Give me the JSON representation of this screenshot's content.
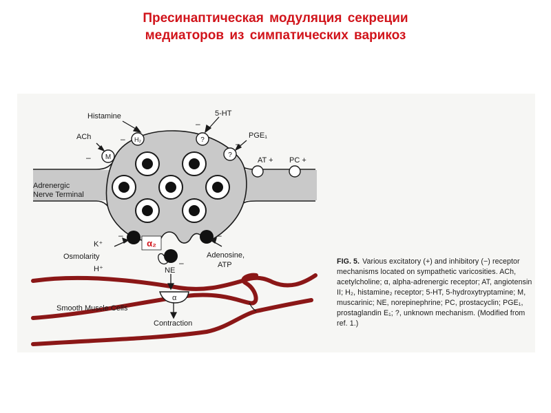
{
  "slide": {
    "title_line1": "Пресинаптическая модуляция секреции",
    "title_line2": "медиаторов из симпатических варикоз"
  },
  "diagram": {
    "labels": {
      "histamine": "Histamine",
      "ht5": "5-HT",
      "ach": "ACh",
      "pge1": "PGE₁",
      "at": "AT +",
      "pc": "PC +",
      "nerve_terminal_1": "Adrenergic",
      "nerve_terminal_2": "Nerve Terminal",
      "k_plus": "K⁺",
      "osmolarity": "Osmolarity",
      "h_plus": "H⁺",
      "adenosine": "Adenosine,",
      "atp": "ATP",
      "ne": "NE",
      "alpha": "α",
      "smooth_muscle": "Smooth Muscle Cells",
      "contraction": "Contraction"
    },
    "receptors": {
      "m": "M",
      "h2": "H₂",
      "q1": "?",
      "q2": "?"
    },
    "signs": {
      "minus": "–"
    },
    "alpha2_badge": "α₂",
    "colors": {
      "muscle": "#8b1717",
      "badge": "#d1141b",
      "title": "#d1141b"
    }
  },
  "caption": {
    "fig_label": "FIG. 5.",
    "text": "Various excitatory (+) and inhibitory (−) receptor mechanisms located on sympathetic varicosities. ACh, acetylcholine; α, alpha-adrenergic receptor; AT, angiotensin II; H₂, histamine₂ receptor; 5-HT, 5-hydroxytryptamine; M, muscarinic; NE, norepinephrine; PC, prostacyclin; PGE₁, prostaglandin E₁; ?, unknown mechanism. (Modified from ref. 1.)"
  }
}
